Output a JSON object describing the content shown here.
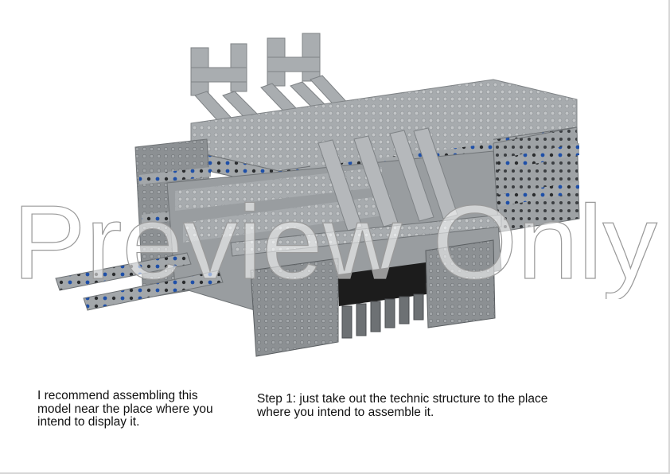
{
  "page": {
    "left_note": "I recommend assembling this model near the place where you intend to display it.",
    "step_note": "Step 1: just take out the technic structure to the place where you intend to assemble it.",
    "watermark": "Preview Only"
  },
  "model_image": {
    "description": "rendered LEGO technic structure, light bluish gray bricks with blue and black pins",
    "colors": {
      "light_gray": "#a9adb0",
      "mid_gray": "#8a8e91",
      "dark_gray": "#5b5f62",
      "black": "#1c1c1c",
      "pin_blue": "#1e4fa8"
    }
  },
  "colors": {
    "text": "#111111",
    "border": "#d6d6d6",
    "watermark_stroke": "#9a9a9a"
  }
}
